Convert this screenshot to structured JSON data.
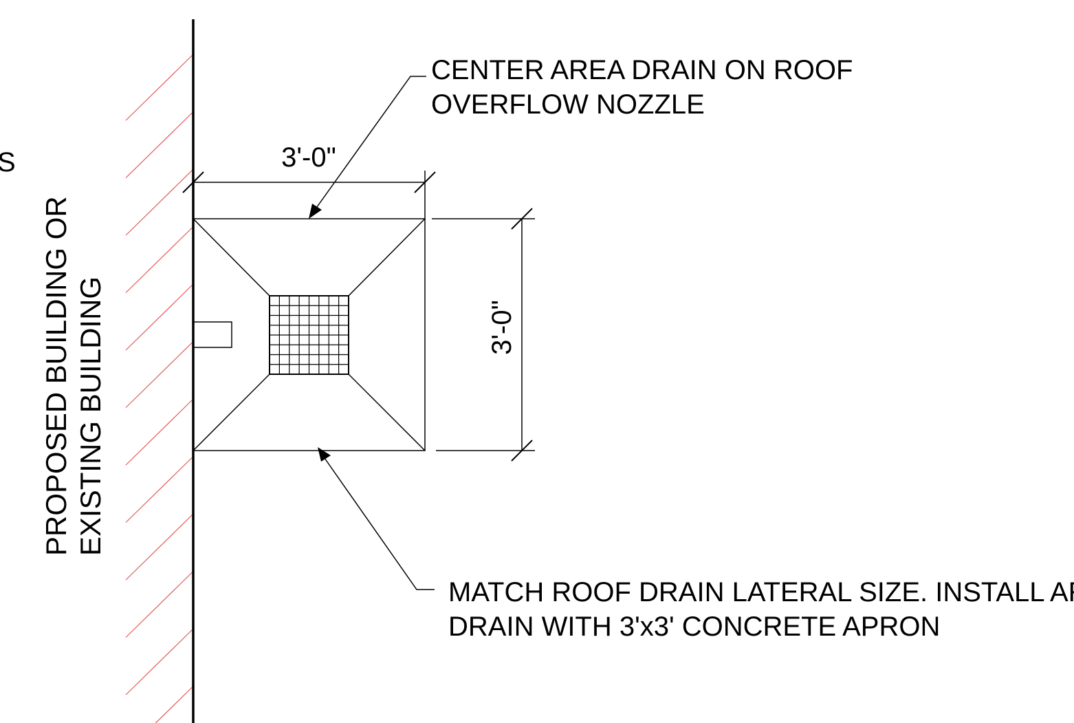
{
  "drawing": {
    "wall_label": {
      "line1": "PROPOSED BUILDING OR",
      "line2": "EXISTING BUILDING"
    },
    "edge_fragment": "S",
    "top_note": {
      "line1": "CENTER AREA DRAIN ON ROOF",
      "line2": "OVERFLOW NOZZLE"
    },
    "bottom_note": {
      "line1": "MATCH ROOF DRAIN LATERAL SIZE. INSTALL AREA",
      "line2": "DRAIN WITH 3'x3' CONCRETE APRON"
    },
    "dimensions": {
      "width": "3'-0\"",
      "height": "3'-0\""
    },
    "colors": {
      "line": "#000000",
      "hatch": "#e05a5a",
      "background": "#ffffff"
    }
  }
}
